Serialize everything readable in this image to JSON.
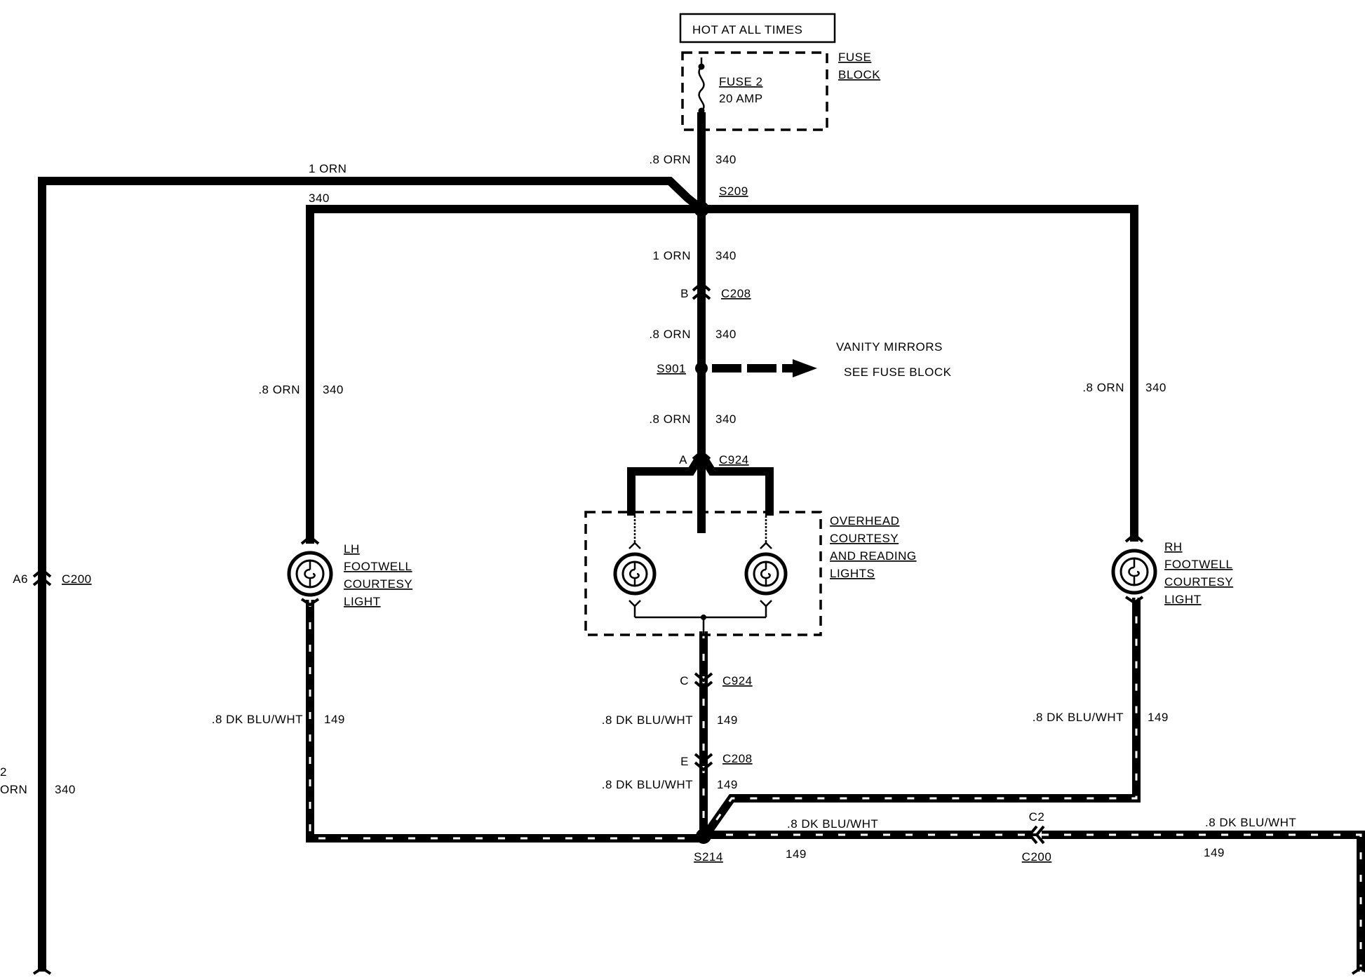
{
  "top_label": "HOT AT ALL TIMES",
  "fuse_block": {
    "label_1": "FUSE",
    "label_2": "BLOCK",
    "fuse_name": "FUSE 2",
    "fuse_rating": "20 AMP"
  },
  "wires": {
    "w_top": {
      "size": ".8 ORN",
      "circuit": "340"
    },
    "w_left_top": {
      "size": "1 ORN",
      "circuit": "340"
    },
    "w_c208": {
      "size": "1 ORN",
      "circuit": "340"
    },
    "w_s901": {
      "size": ".8 ORN",
      "circuit": "340"
    },
    "w_c924": {
      "size": ".8 ORN",
      "circuit": "340"
    },
    "w_lh": {
      "size": ".8 ORN",
      "circuit": "340"
    },
    "w_rh": {
      "size": ".8 ORN",
      "circuit": "340"
    },
    "w_far_left": {
      "size_1": "2",
      "size_2": "ORN",
      "circuit": "340"
    },
    "w_lh_ground": {
      "size": ".8 DK BLU/WHT",
      "circuit": "149"
    },
    "w_center_ground_1": {
      "size": ".8 DK BLU/WHT",
      "circuit": "149"
    },
    "w_center_ground_2": {
      "size": ".8 DK BLU/WHT",
      "circuit": "149"
    },
    "w_rh_ground": {
      "size": ".8 DK BLU/WHT",
      "circuit": "149"
    },
    "w_bottom_mid": {
      "size": ".8 DK BLU/WHT",
      "circuit": "149"
    },
    "w_bottom_right": {
      "size": ".8 DK BLU/WHT",
      "circuit": "149"
    },
    "w_left_340": {
      "circuit": "340"
    }
  },
  "splices": {
    "s209": "S209",
    "s901": "S901",
    "s214": "S214"
  },
  "connectors": {
    "c208_top": {
      "pin": "B",
      "name": "C208"
    },
    "c924_top": {
      "pin": "A",
      "name": "C924"
    },
    "c924_bottom": {
      "pin": "C",
      "name": "C924"
    },
    "c208_bottom": {
      "pin": "E",
      "name": "C208"
    },
    "c200_left": {
      "pin": "A6",
      "name": "C200"
    },
    "c200_bottom": {
      "pin": "C2",
      "name": "C200"
    }
  },
  "vanity": {
    "line_1": "VANITY MIRRORS",
    "line_2": "SEE FUSE BLOCK"
  },
  "lh_light": {
    "line_1": "LH",
    "line_2": "FOOTWELL",
    "line_3": "COURTESY",
    "line_4": "LIGHT"
  },
  "rh_light": {
    "line_1": "RH",
    "line_2": "FOOTWELL",
    "line_3": "COURTESY",
    "line_4": "LIGHT"
  },
  "overhead": {
    "line_1": "OVERHEAD",
    "line_2": "COURTESY",
    "line_3": "AND READING",
    "line_4": "LIGHTS"
  }
}
